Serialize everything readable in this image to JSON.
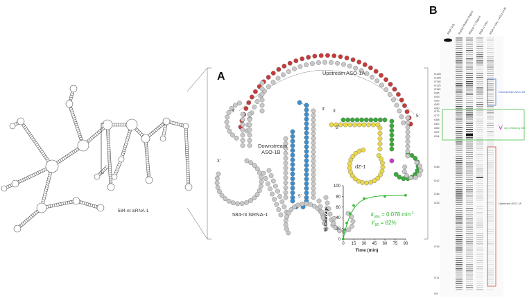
{
  "left_panel": {
    "rna_label": "584-nt lsRNA-1"
  },
  "panel_a": {
    "letter": "A",
    "upstream_label": "Upstream ASO-1A",
    "downstream_label_line1": "Downstream",
    "downstream_label_line2": "ASO-1B",
    "dz_label": "dZ-1",
    "rna_label": "584-nt lsRNA-1",
    "end_labels": [
      "3'",
      "5'",
      "3'",
      "5'",
      "3'",
      "5'",
      "3'"
    ],
    "colors": {
      "upstream_aso": "#c83a3a",
      "downstream_aso": "#3a8fd0",
      "dz_core": "#e8d84a",
      "dz_arm": "#3aa83a",
      "cleavage_site": "#c83ac8",
      "rna": "#c8c8c8"
    }
  },
  "chart_data": {
    "type": "scatter",
    "title": "",
    "xlabel": "Time (min)",
    "ylabel": "% Cleavage",
    "xlim": [
      0,
      90
    ],
    "ylim": [
      0,
      100
    ],
    "xticks": [
      0,
      15,
      30,
      45,
      60,
      75,
      90
    ],
    "yticks": [
      0,
      20,
      40,
      60,
      80,
      100
    ],
    "series": [
      {
        "x": [
          0,
          2.5,
          5,
          10,
          15,
          30,
          60,
          90
        ],
        "y": [
          0,
          18,
          30,
          48,
          63,
          76,
          80,
          82
        ]
      }
    ],
    "fit": {
      "k_obs": 0.078,
      "y_max": 82
    },
    "annotation_line1": "k",
    "annotation_sub1": "obs",
    "annotation_value1": " = 0.078 min",
    "annotation_exp1": "-1",
    "annotation_line2": "Y",
    "annotation_sub2": "80",
    "annotation_value2": " = 82%",
    "color": "#2fb52f"
  },
  "panel_b": {
    "letter": "B",
    "lanes": [
      "RNA Only",
      "Partial Alkaline Digest",
      "RNase T1 Digest",
      "RNA in Vitro",
      "RNA in Vitro + ASO-1A/B"
    ],
    "left_marks_top": [
      "G126",
      "G120",
      "G118",
      "G115",
      "G112",
      "G96",
      "G93",
      "G90",
      "G82",
      "G80"
    ],
    "left_marks_mid": [
      "G75",
      "G72",
      "G68",
      "G62",
      "G60",
      "G57",
      "G54"
    ],
    "left_marks_low": [
      "G48",
      "G42",
      "G36",
      "G33",
      "G16",
      "G11",
      "G9"
    ],
    "boxes": [
      {
        "label": "Downstream ASO-1B",
        "color": "#3a5fc8"
      },
      {
        "label": "dZ-1 Binding Site",
        "color": "#2fb52f"
      },
      {
        "label": "Upstream ASO-1A",
        "color": "#d03030"
      }
    ],
    "marker_color": "#c83ac8"
  }
}
